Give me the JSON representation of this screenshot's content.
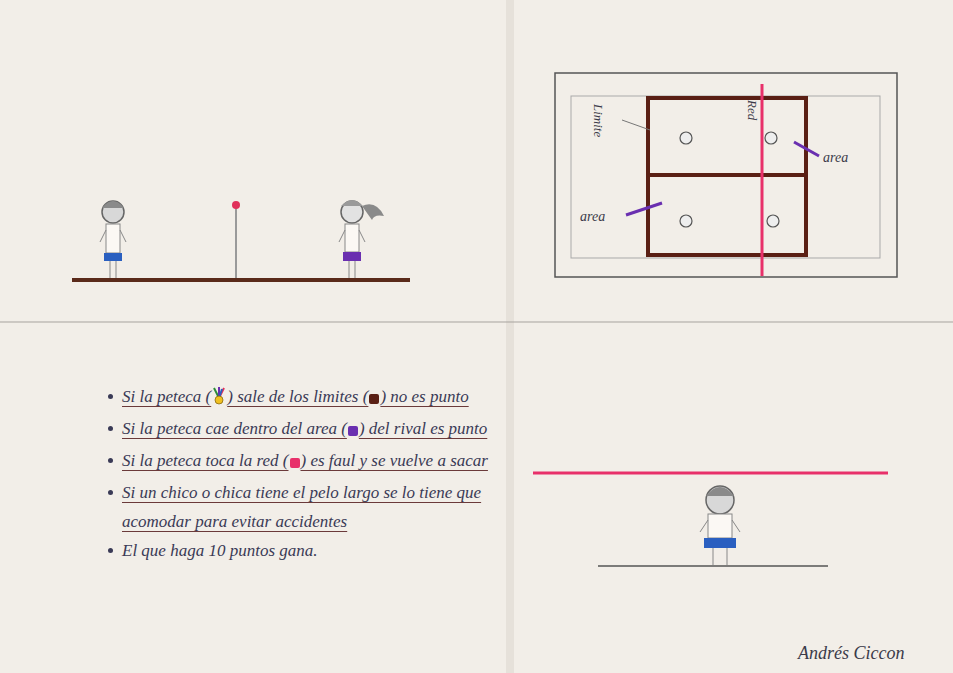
{
  "diagram": {
    "labels": [
      "Limite",
      "Red",
      "area",
      "area",
      "Si la peteca (",
      ") sale de los limites (",
      ") no es punto",
      "Si la peteca cae dentro del area (",
      ") del rival es punto",
      "Si la peteca toca la red (",
      ") es faul y se vuelve a sacar",
      "Si un chico o chica tiene el pelo largo se lo tiene que acomodar para evitar accidentes",
      "El que haga 10 puntos gana.",
      "Andrés Ciccon"
    ]
  }
}
